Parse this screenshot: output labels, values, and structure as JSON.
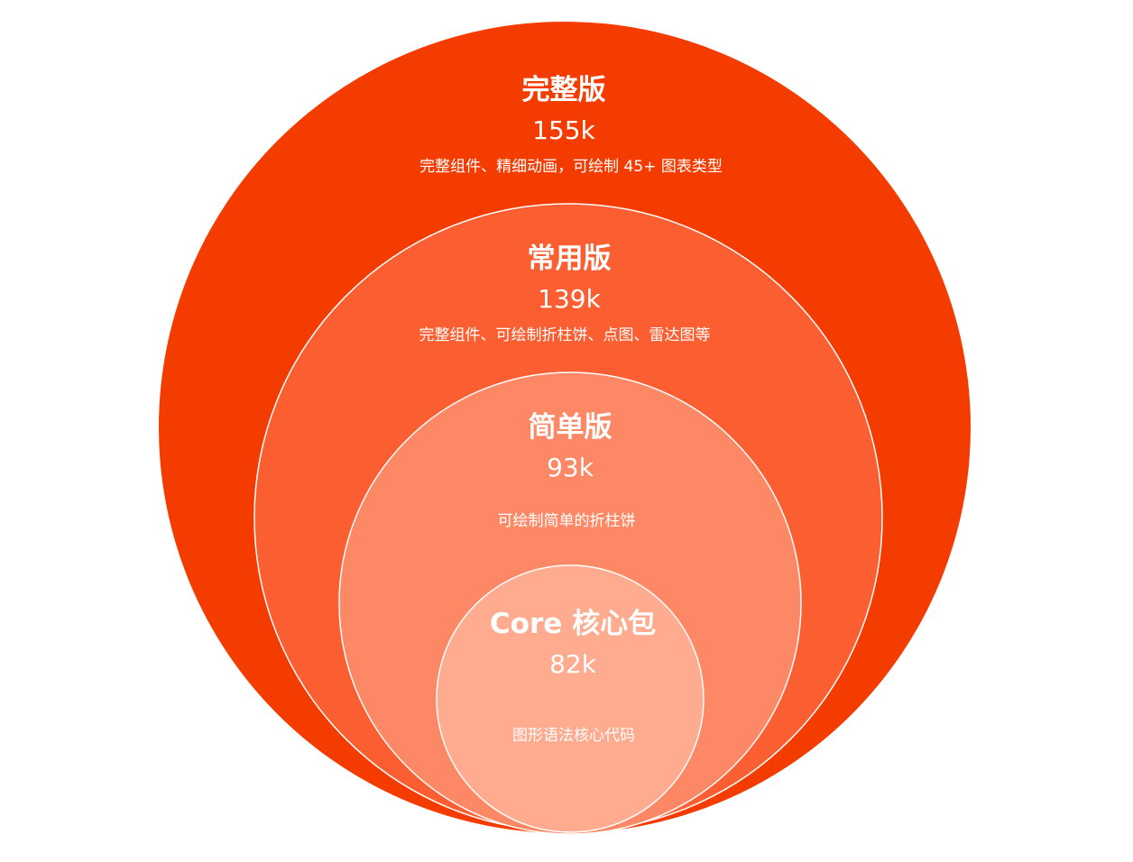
{
  "tiers": [
    {
      "id": "full",
      "title": "完整版",
      "size": "155k",
      "description": "完整组件、精细动画，可绘制 45+ 图表类型",
      "color": "#f53c00"
    },
    {
      "id": "common",
      "title": "常用版",
      "size": "139k",
      "description": "完整组件、可绘制折柱饼、点图、雷达图等",
      "color": "#fa5e31"
    },
    {
      "id": "simple",
      "title": "简单版",
      "size": "93k",
      "description": "可绘制简单的折柱饼",
      "color": "#fd8865"
    },
    {
      "id": "core",
      "title": "Core 核心包",
      "size": "82k",
      "description": "图形语法核心代码",
      "color": "#feab8f"
    }
  ],
  "colors": {
    "background": "#ffffff",
    "circle_outline": "#ffffff",
    "text": "#ffffff"
  }
}
